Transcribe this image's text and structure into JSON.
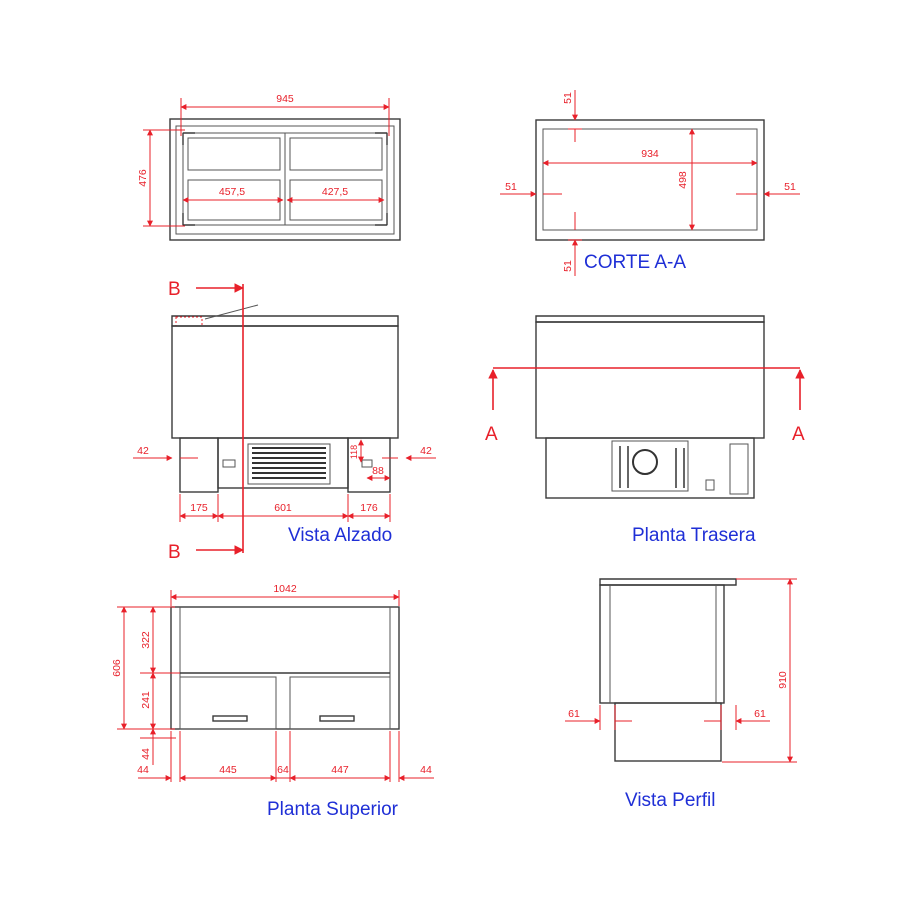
{
  "views": {
    "top_left": {
      "dims": {
        "width": "945",
        "height": "476",
        "left_compartment": "457,5",
        "right_compartment": "427,5"
      }
    },
    "corte_aa": {
      "title": "CORTE A-A",
      "dims": {
        "top_wall": "51",
        "bottom_wall": "51",
        "left_wall": "51",
        "right_wall": "51",
        "inner_width": "934",
        "inner_height": "498"
      }
    },
    "vista_alzado": {
      "title": "Vista Alzado",
      "section_marks": {
        "top": "B",
        "bottom": "B"
      },
      "dims": {
        "left_offset": "42",
        "right_offset": "42",
        "feet_height": "118",
        "right_foot": "88",
        "left_base": "175",
        "mid_base": "601",
        "right_base": "176"
      }
    },
    "planta_trasera": {
      "title": "Planta Trasera",
      "section_marks": {
        "left": "A",
        "right": "A"
      }
    },
    "planta_superior": {
      "title": "Planta Superior",
      "dims": {
        "total_width": "1042",
        "depth_total": "606",
        "upper_depth": "322",
        "lower_depth": "241",
        "front_margin": "44",
        "left_margin": "44",
        "left_bay": "445",
        "divider": "64",
        "right_bay": "447",
        "right_margin": "44"
      }
    },
    "vista_perfil": {
      "title": "Vista Perfil",
      "dims": {
        "height": "910",
        "left_inset": "61",
        "right_inset": "61"
      }
    }
  }
}
